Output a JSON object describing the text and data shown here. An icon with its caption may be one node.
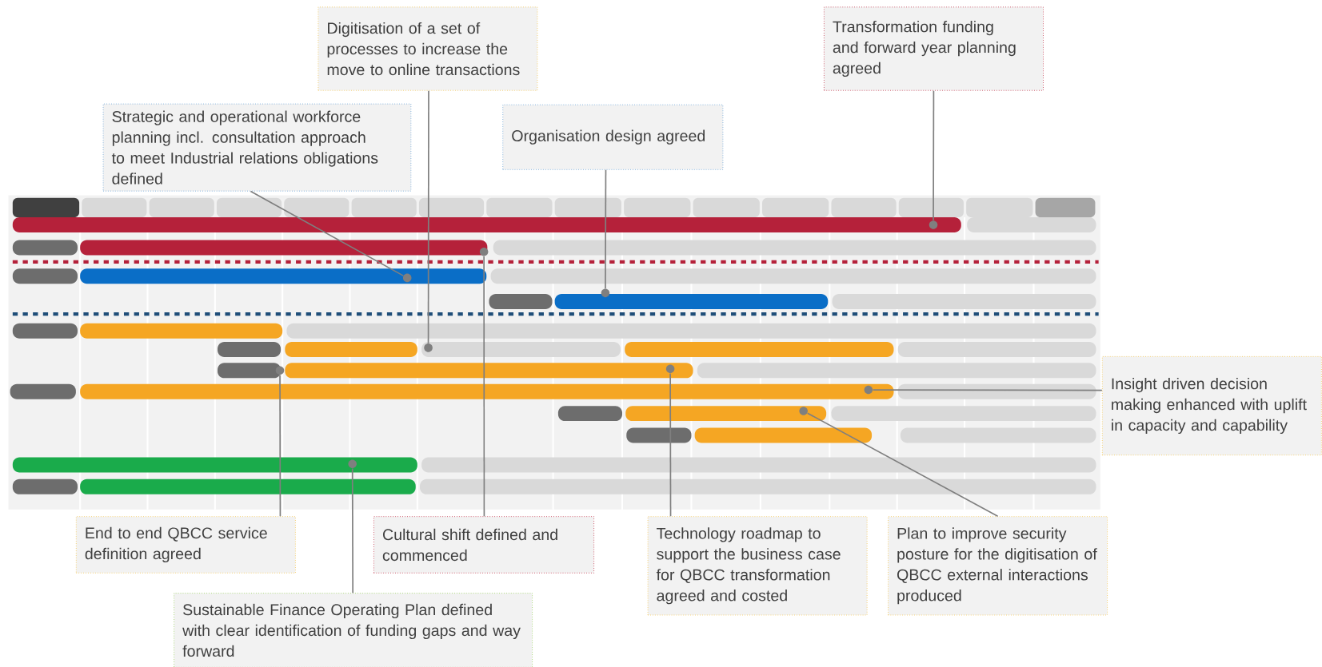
{
  "diagram": {
    "nodes": [
      {
        "text": [
          "Digitisation of a set of processes to increase the move to online transactions"
        ]
      },
      {
        "text": [
          "Transformation funding and forward year planning agreed"
        ]
      },
      {
        "text": [
          "Strategic and operational workforce planning incl. consultation approach to meet Industrial relations obligations defined"
        ]
      },
      {
        "text": [
          "Organisation design agreed"
        ]
      },
      {
        "text": [
          "Insight driven decision making enhanced with uplift in capacity and capability"
        ]
      },
      {
        "text": [
          "End to end QBCC service definition agreed"
        ]
      },
      {
        "text": [
          "Cultural shift defined and commenced"
        ]
      },
      {
        "text": [
          "Technology roadmap to support the business case for QBCC transformation agreed and costed"
        ]
      },
      {
        "text": [
          "Plan to improve security posture for the digitisation of QBCC external interactions produced"
        ]
      },
      {
        "text": [
          "Sustainable Finance Operating Plan defined with clear identification of funding gaps and way forward"
        ]
      },
      {
        "text": [],
        "shape": "circle"
      },
      {
        "text": [],
        "shape": "circle"
      },
      {
        "text": [],
        "shape": "circle"
      },
      {
        "text": [],
        "shape": "circle"
      },
      {
        "text": [],
        "shape": "circle"
      },
      {
        "text": [],
        "shape": "circle"
      },
      {
        "text": [],
        "shape": "circle"
      },
      {
        "text": [],
        "shape": "circle"
      },
      {
        "text": [],
        "shape": "circle"
      },
      {
        "text": [],
        "shape": "circle"
      }
    ],
    "edges": [
      {
        "from": 0,
        "to": 15,
        "arrow": "none"
      },
      {
        "from": 1,
        "to": 10,
        "arrow": "none"
      },
      {
        "from": 2,
        "to": 12,
        "arrow": "none"
      },
      {
        "from": 3,
        "to": 13,
        "arrow": "none"
      },
      {
        "from": 4,
        "to": 17,
        "arrow": "none"
      },
      {
        "from": 5,
        "to": 16,
        "arrow": "none"
      },
      {
        "from": 6,
        "to": 11,
        "arrow": "none"
      },
      {
        "from": 7,
        "to": 14,
        "arrow": "none"
      },
      {
        "from": 8,
        "to": 18,
        "arrow": "none"
      },
      {
        "from": 9,
        "to": 19,
        "arrow": "none"
      }
    ]
  }
}
